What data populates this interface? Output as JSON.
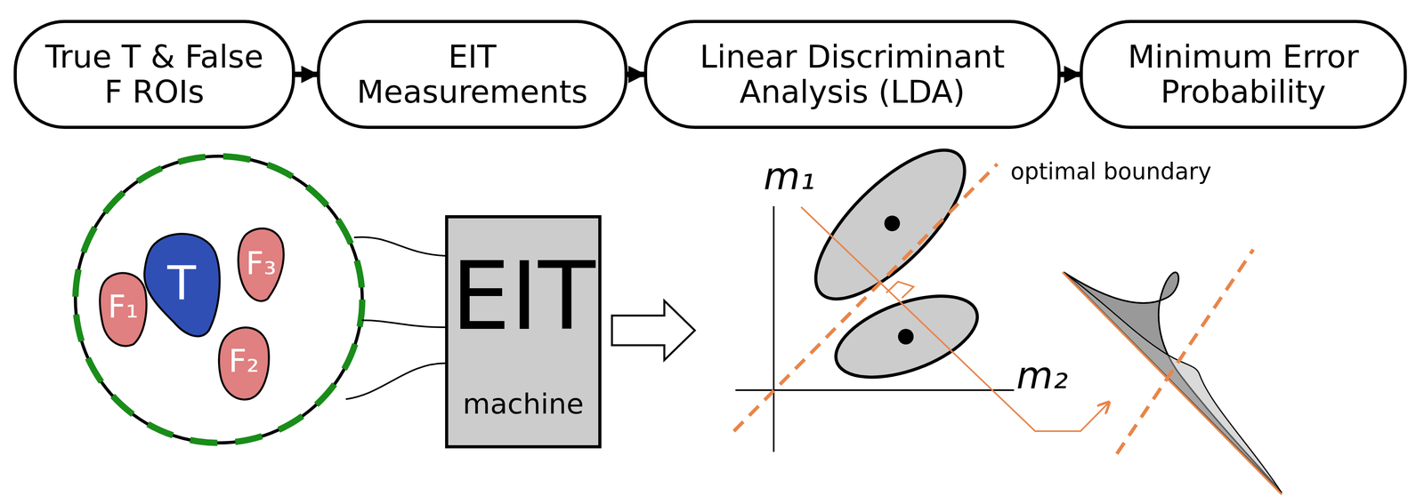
{
  "diagram": {
    "nodes": [
      {
        "text": [
          "True T & False F ROIs"
        ]
      },
      {
        "text": [
          "EIT Measurements"
        ]
      },
      {
        "text": [
          "Linear Discriminant Analysis (LDA)"
        ]
      },
      {
        "text": [
          "Minimum Error Probability"
        ]
      },
      {
        "text": [
          "F₁"
        ]
      },
      {
        "text": [
          "T"
        ]
      },
      {
        "text": [
          "F₃"
        ]
      },
      {
        "text": [
          "F₂"
        ]
      },
      {
        "text": [
          "EIT",
          "machine"
        ]
      }
    ],
    "edges": [
      {
        "from": 0,
        "to": 1,
        "arrow": "to"
      },
      {
        "from": 1,
        "to": 2,
        "arrow": "to"
      },
      {
        "from": 2,
        "to": 3,
        "arrow": "to"
      }
    ],
    "labels": [
      "m₁",
      "m₂",
      "optimal boundary"
    ]
  }
}
